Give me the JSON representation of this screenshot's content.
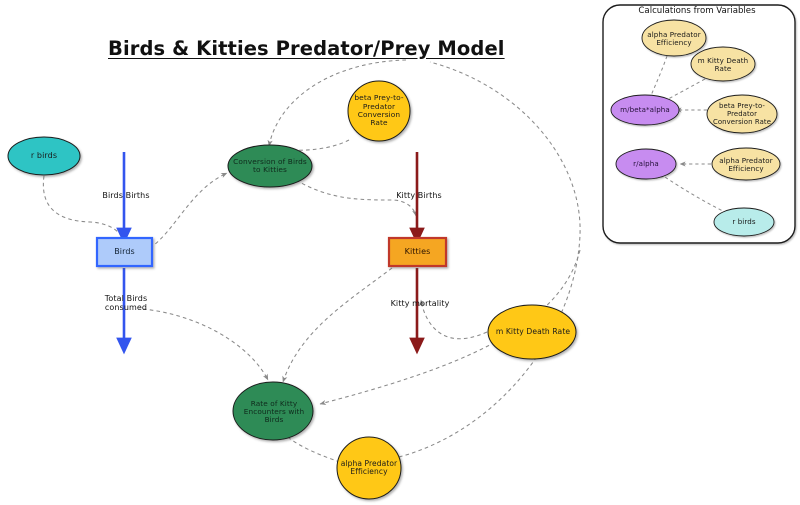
{
  "diagram": {
    "title": "Birds & Kitties Predator/Prey Model",
    "type": "stock-and-flow system dynamics model"
  },
  "stocks": [
    {
      "id": "birds",
      "label": "Birds",
      "fill": "#aecbfa",
      "stroke": "#3366ff"
    },
    {
      "id": "kitties",
      "label": "Kitties",
      "fill": "#f5a623",
      "stroke": "#c0392b"
    }
  ],
  "flows": [
    {
      "id": "birds-births",
      "label": "Birds Births",
      "color": "#3355ee"
    },
    {
      "id": "total-birds-consumed",
      "label": "Total Birds\nconsumed",
      "color": "#3355ee"
    },
    {
      "id": "kitty-births",
      "label": "Kitty Births",
      "color": "#8b1a1a"
    },
    {
      "id": "kitty-mortality",
      "label": "Kitty mortality",
      "color": "#8b1a1a"
    }
  ],
  "converters": [
    {
      "id": "conversion-birds-kitties",
      "label": "Conversion of Birds\nto Kitties",
      "fill": "#2e8b57"
    },
    {
      "id": "rate-kitty-encounters",
      "label": "Rate of Kitty\nEncounters with\nBirds",
      "fill": "#2e8b57"
    }
  ],
  "variables": [
    {
      "id": "r-birds",
      "label": "r birds",
      "fill": "#2ec4c4"
    },
    {
      "id": "beta-conversion",
      "label": "beta Prey-to-\nPredator\nConversion Rate",
      "fill": "#ffc812"
    },
    {
      "id": "m-kitty-death",
      "label": "m Kitty Death Rate",
      "fill": "#ffc812"
    },
    {
      "id": "alpha-predator-eff",
      "label": "alpha Predator\nEfficiency",
      "fill": "#ffc812"
    }
  ],
  "panel": {
    "caption": "Calculations from Variables",
    "nodes": [
      {
        "id": "p-alpha-predator-eff-top",
        "label": "alpha Predator\nEfficiency",
        "fill": "#f7e2a3"
      },
      {
        "id": "p-m-kitty-death",
        "label": "m Kitty Death\nRate",
        "fill": "#f7e2a3"
      },
      {
        "id": "p-m-beta-alpha",
        "label": "m/beta*alpha",
        "fill": "#c78cf0"
      },
      {
        "id": "p-beta-conversion",
        "label": "beta Prey-to-\nPredator\nConversion Rate",
        "fill": "#f7e2a3"
      },
      {
        "id": "p-r-alpha",
        "label": "r/alpha",
        "fill": "#c78cf0"
      },
      {
        "id": "p-alpha-predator-eff-bot",
        "label": "alpha Predator\nEfficiency",
        "fill": "#f7e2a3"
      },
      {
        "id": "p-r-birds",
        "label": "r birds",
        "fill": "#b8ecea"
      }
    ]
  },
  "colors": {
    "connector": "#8a8a8a",
    "blue_flow": "#3355ee",
    "red_flow": "#8b1a1a",
    "green_converter": "#2e8b57",
    "yellow_variable": "#ffc812",
    "teal_variable": "#2ec4c4",
    "purple_calc": "#c78cf0",
    "cream_calc": "#f7e2a3",
    "panel_border": "#1a1a1a"
  }
}
